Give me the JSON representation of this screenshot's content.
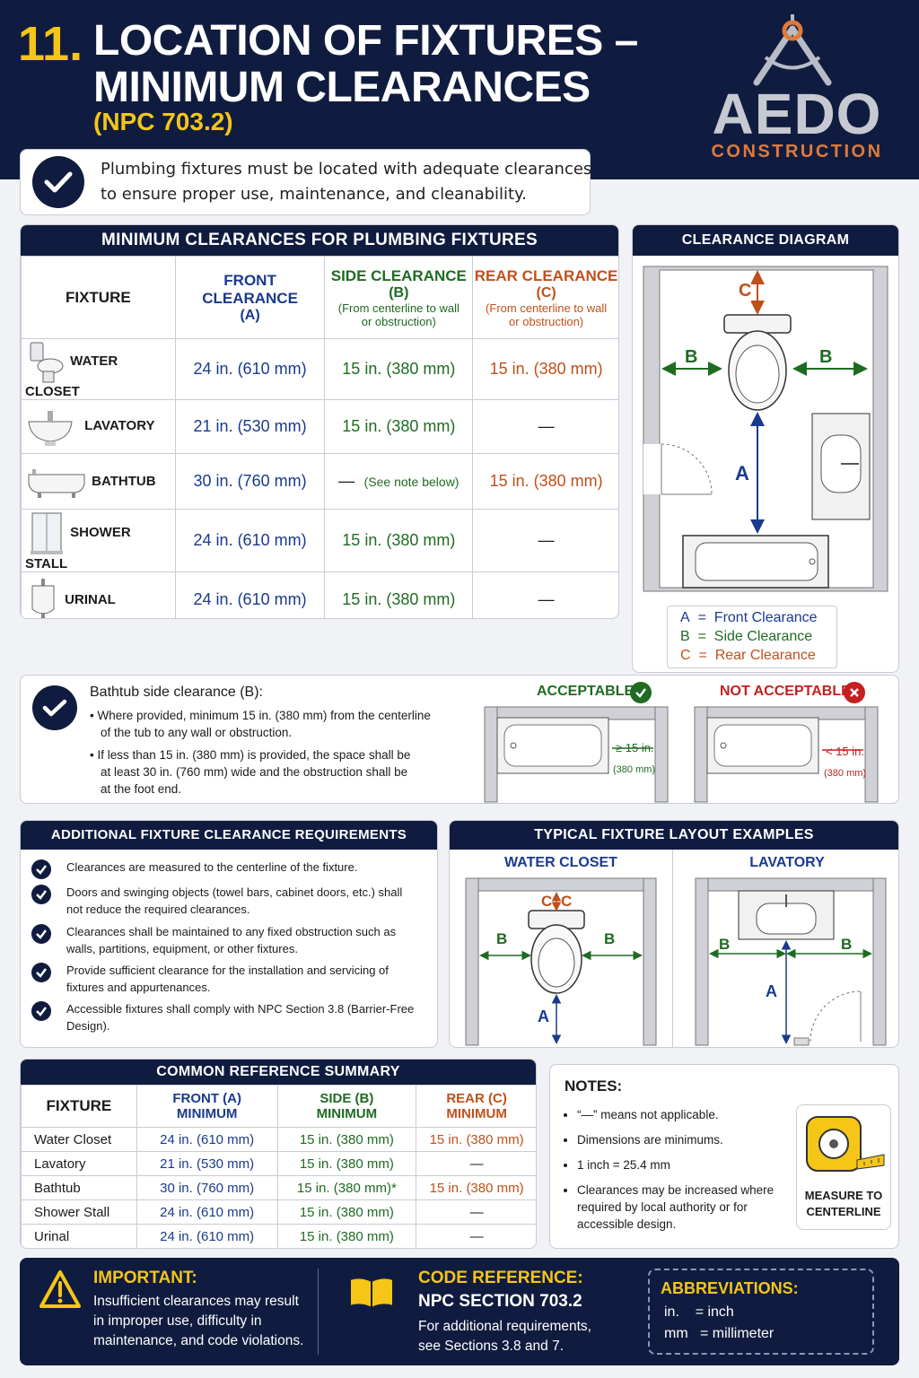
{
  "header": {
    "number": "11.",
    "title_line1": "LOCATION OF FIXTURES –",
    "title_line2": "MINIMUM CLEARANCES",
    "subtitle": "(NPC 703.2)",
    "logo_text": "AEDO",
    "logo_sub": "CONSTRUCTION"
  },
  "intro": {
    "line1": "Plumbing fixtures must be located with adequate clearances",
    "line2": "to ensure proper use, maintenance, and cleanability."
  },
  "table1": {
    "title": "MINIMUM CLEARANCES FOR PLUMBING FIXTURES",
    "col_fixture": "FIXTURE",
    "col_front": [
      "FRONT CLEARANCE",
      "(A)"
    ],
    "col_side": [
      "SIDE CLEARANCE",
      "(B)",
      "(From centerline to wall",
      "or obstruction)"
    ],
    "col_rear": [
      "REAR CLEARANCE",
      "(C)",
      "(From centerline to wall",
      "or obstruction)"
    ],
    "rows": [
      {
        "name": "WATER CLOSET",
        "front": "24 in. (610 mm)",
        "side": "15 in. (380 mm)",
        "side_note": "",
        "rear": "15 in. (380 mm)"
      },
      {
        "name": "LAVATORY",
        "front": "21 in. (530 mm)",
        "side": "15 in. (380 mm)",
        "side_note": "",
        "rear": "—"
      },
      {
        "name": "BATHTUB",
        "front": "30 in. (760 mm)",
        "side": "—",
        "side_note": "(See note below)",
        "rear": "15 in. (380 mm)"
      },
      {
        "name": "SHOWER STALL",
        "front": "24 in. (610 mm)",
        "side": "15 in. (380 mm)",
        "side_note": "",
        "rear": "—"
      },
      {
        "name": "URINAL",
        "front": "24 in. (610 mm)",
        "side": "15 in. (380 mm)",
        "side_note": "",
        "rear": "—"
      }
    ]
  },
  "diagram": {
    "title": "CLEARANCE DIAGRAM",
    "label_a": "A",
    "label_b": "B",
    "label_c": "C",
    "legend": [
      {
        "key": "A",
        "eq": "=",
        "text": "Front Clearance"
      },
      {
        "key": "B",
        "eq": "=",
        "text": "Side Clearance"
      },
      {
        "key": "C",
        "eq": "=",
        "text": "Rear Clearance"
      }
    ]
  },
  "bathtub_note": {
    "heading": "Bathtub side clearance (B):",
    "bullet1_l1": "Where provided, minimum 15 in. (380 mm) from the centerline",
    "bullet1_l2": "of the tub to any wall or obstruction.",
    "bullet2_l1": "If less than 15 in. (380 mm) is provided, the space shall be",
    "bullet2_l2": "at least 30 in. (760 mm) wide and the obstruction shall be",
    "bullet2_l3": "at the foot end.",
    "acceptable": "ACCEPTABLE",
    "acceptable_dim": "≥ 15 in.",
    "acceptable_mm": "(380 mm)",
    "not_acceptable": "NOT ACCEPTABLE",
    "not_dim": "< 15 in.",
    "not_mm": "(380 mm)"
  },
  "additional": {
    "title": "ADDITIONAL FIXTURE CLEARANCE REQUIREMENTS",
    "items": [
      {
        "l1": "Clearances are measured to the centerline of the fixture.",
        "l2": ""
      },
      {
        "l1": "Doors and swinging objects (towel bars, cabinet doors, etc.) shall",
        "l2": "not reduce the required clearances."
      },
      {
        "l1": "Clearances shall be maintained to any fixed obstruction such as",
        "l2": "walls, partitions, equipment, or other fixtures."
      },
      {
        "l1": "Provide sufficient clearance for the installation and servicing of",
        "l2": "fixtures and appurtenances."
      },
      {
        "l1": "Accessible fixtures shall comply with NPC Section 3.8 (Barrier-Free",
        "l2": "Design)."
      }
    ]
  },
  "layouts": {
    "title": "TYPICAL FIXTURE LAYOUT EXAMPLES",
    "wc": "WATER CLOSET",
    "lav": "LAVATORY"
  },
  "summary": {
    "title": "COMMON REFERENCE SUMMARY",
    "col_fixture": "FIXTURE",
    "col_front": [
      "FRONT (A)",
      "MINIMUM"
    ],
    "col_side": [
      "SIDE (B)",
      "MINIMUM"
    ],
    "col_rear": [
      "REAR (C)",
      "MINIMUM"
    ],
    "rows": [
      {
        "name": "Water Closet",
        "front": "24 in. (610 mm)",
        "side": "15 in. (380 mm)",
        "rear": "15 in. (380 mm)"
      },
      {
        "name": "Lavatory",
        "front": "21 in. (530 mm)",
        "side": "15 in. (380 mm)",
        "rear": "—"
      },
      {
        "name": "Bathtub",
        "front": "30 in. (760 mm)",
        "side": "15 in. (380 mm)*",
        "rear": "15 in. (380 mm)"
      },
      {
        "name": "Shower Stall",
        "front": "24 in. (610 mm)",
        "side": "15 in. (380 mm)",
        "rear": "—"
      },
      {
        "name": "Urinal",
        "front": "24 in. (610 mm)",
        "side": "15 in. (380 mm)",
        "rear": "—"
      }
    ]
  },
  "notes": {
    "title": "NOTES:",
    "n1": "“—” means not applicable.",
    "n2": "Dimensions are minimums.",
    "n3": "1 inch = 25.4 mm",
    "n4_l1": "Clearances may be increased where",
    "n4_l2": "required by local authority or for",
    "n4_l3": "accessible design.",
    "tape_l1": "MEASURE TO",
    "tape_l2": "CENTERLINE"
  },
  "footer": {
    "important_title": "IMPORTANT:",
    "important_l1": "Insufficient clearances may result",
    "important_l2": "in improper use, difficulty in",
    "important_l3": "maintenance, and code violations.",
    "code_title": "CODE REFERENCE:",
    "code_section": "NPC SECTION 703.2",
    "code_l1": "For additional requirements,",
    "code_l2": "see Sections 3.8 and 7.",
    "abbr_title": "ABBREVIATIONS:",
    "abbr1_k": "in.",
    "abbr1_v": "= inch",
    "abbr2_k": "mm",
    "abbr2_v": "= millimeter"
  },
  "colors": {
    "navy": "#101c3f",
    "gold": "#f5c518",
    "blue": "#1a3a8c",
    "green": "#1f6b22",
    "orange": "#c0501a",
    "red": "#c42020"
  }
}
